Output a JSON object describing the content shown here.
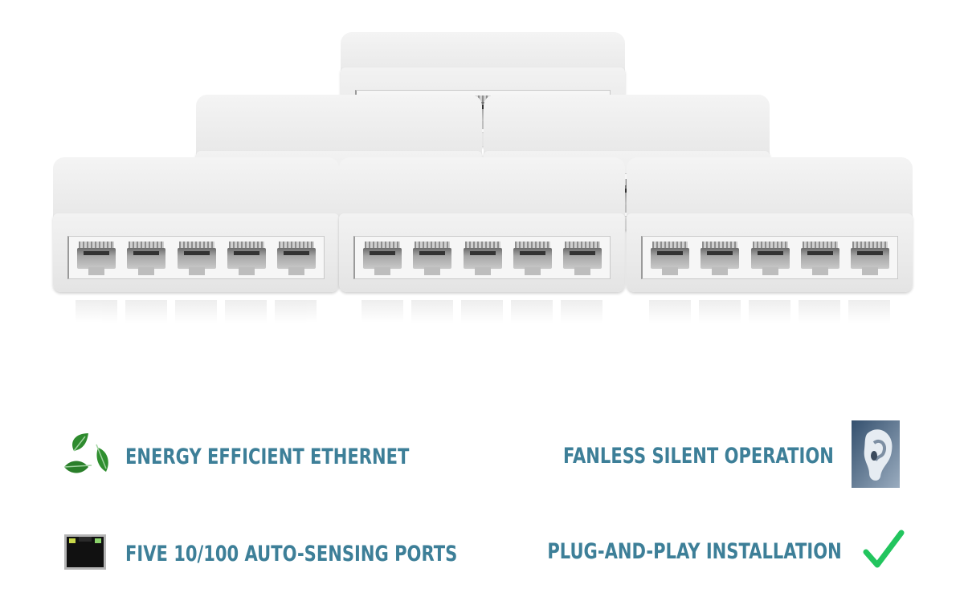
{
  "product": {
    "device_name": "5-port desktop ethernet switch",
    "ports_per_switch": 5,
    "switch_count": 6
  },
  "features": [
    {
      "label": "ENERGY EFFICIENT ETHERNET",
      "icon": "recycle-leaves-icon"
    },
    {
      "label": "FIVE 10/100 AUTO-SENSING PORTS",
      "icon": "ethernet-port-icon"
    },
    {
      "label": "FANLESS SILENT OPERATION",
      "icon": "ear-icon"
    },
    {
      "label": "PLUG-AND-PLAY INSTALLATION",
      "icon": "checkmark-icon"
    }
  ],
  "colors": {
    "feature_text": "#3d7f98",
    "leaf_green": "#2e8b2e",
    "check_green": "#22c55e",
    "switch_body": "#ececec"
  }
}
